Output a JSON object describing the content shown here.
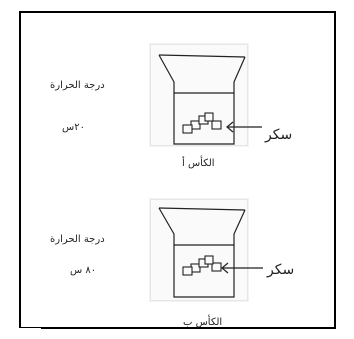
{
  "beakers": [
    {
      "temperature_label": "درجة الحرارة",
      "temperature_value": "٢٠س",
      "sugar_label": "سكر",
      "beaker_name": "الكأس أ"
    },
    {
      "temperature_label": "درجة الحرارة",
      "temperature_value": "٨٠ س",
      "sugar_label": "سكر",
      "beaker_name": "الكأس ب"
    }
  ]
}
